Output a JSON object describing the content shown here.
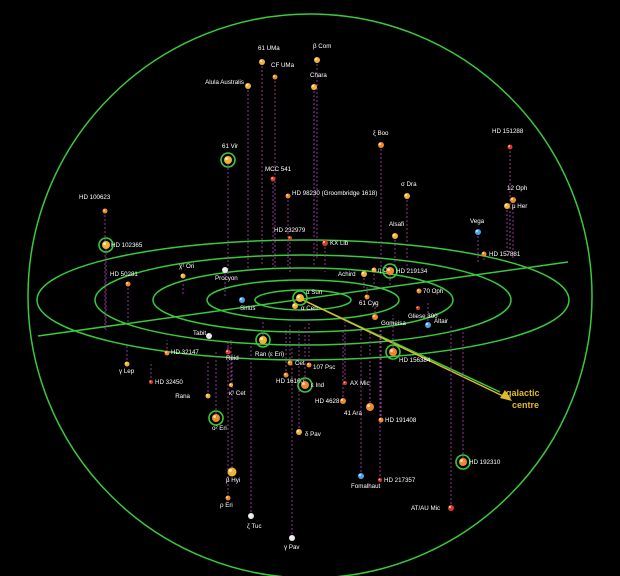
{
  "colors": {
    "background": "#000000",
    "grid": "#39c93c",
    "drop_line": "#a13ea5",
    "galactic_centre": "#e0b92a",
    "highlight_ring": "#39c93c"
  },
  "galactic_centre_label": [
    "galactic",
    "centre"
  ],
  "stars": [
    {
      "name": "β Com",
      "color": "#f2b233"
    },
    {
      "name": "61 UMa",
      "color": "#f2b233"
    },
    {
      "name": "CF UMa",
      "color": "#f08a24"
    },
    {
      "name": "Alula Australis",
      "color": "#f2b233"
    },
    {
      "name": "Chara",
      "color": "#f2b233"
    },
    {
      "name": "61 Vir",
      "color": "#f2b233",
      "ring": true
    },
    {
      "name": "MCC 541",
      "color": "#e03a1e"
    },
    {
      "name": "HD 98230 (Groombridge 1618)",
      "color": "#f08a24"
    },
    {
      "name": "HD 232979",
      "color": "#e03a1e"
    },
    {
      "name": "KX Lib",
      "color": "#e03a1e"
    },
    {
      "name": "ξ Boo",
      "color": "#f08a24"
    },
    {
      "name": "σ Dra",
      "color": "#f2b233"
    },
    {
      "name": "HD 151288",
      "color": "#e03a1e"
    },
    {
      "name": "12 Oph",
      "color": "#f08a24"
    },
    {
      "name": "μ Her",
      "color": "#f2b233"
    },
    {
      "name": "HD 100623",
      "color": "#f08a24"
    },
    {
      "name": "HD 102365",
      "color": "#f2b233",
      "ring": true
    },
    {
      "name": "Vega",
      "color": "#4aa3f0"
    },
    {
      "name": "HD 157881",
      "color": "#f08a24"
    },
    {
      "name": "Alsafi",
      "color": "#f2b233"
    },
    {
      "name": "HD 50281",
      "color": "#f08a24"
    },
    {
      "name": "χ¹ Ori",
      "color": "#f2b233"
    },
    {
      "name": "Procyon",
      "color": "#e8e8e8"
    },
    {
      "name": "Achird",
      "color": "#f2b233"
    },
    {
      "name": "η Cas",
      "color": "#f2b233"
    },
    {
      "name": "HD 219134",
      "color": "#f08a24",
      "ring": true
    },
    {
      "name": "α Sun",
      "color": "#f2b233",
      "ring": true
    },
    {
      "name": "Sirius",
      "color": "#4aa3f0"
    },
    {
      "name": "α Cen",
      "color": "#f2b233"
    },
    {
      "name": "61 Cyg",
      "color": "#f08a24"
    },
    {
      "name": "70 Oph",
      "color": "#f08a24"
    },
    {
      "name": "Gliese 300",
      "color": "#e03a1e"
    },
    {
      "name": "Altair",
      "color": "#4aa3f0"
    },
    {
      "name": "Gomeisa",
      "color": "#f08a24"
    },
    {
      "name": "Tabit",
      "color": "#e8e8e8"
    },
    {
      "name": "HD 32147",
      "color": "#f08a24"
    },
    {
      "name": "Reid",
      "color": "#e03a1e"
    },
    {
      "name": "Ran (ε Eri)",
      "color": "#f2b233",
      "ring": true
    },
    {
      "name": "Cet",
      "color": "#f08a24"
    },
    {
      "name": "107 Psc",
      "color": "#f08a24"
    },
    {
      "name": "HD 156384",
      "color": "#f08a24",
      "ring": true
    },
    {
      "name": "γ Lep",
      "color": "#f2b233"
    },
    {
      "name": "HD 32450",
      "color": "#e03a1e"
    },
    {
      "name": "HD 16160",
      "color": "#f08a24"
    },
    {
      "name": "ε Ind",
      "color": "#f08a24",
      "ring": true
    },
    {
      "name": "AX Mic",
      "color": "#e03a1e"
    },
    {
      "name": "Rana",
      "color": "#f2b233"
    },
    {
      "name": "κ¹ Cet",
      "color": "#f2b233"
    },
    {
      "name": "HD 4628",
      "color": "#f08a24"
    },
    {
      "name": "41 Ara",
      "color": "#f08a24"
    },
    {
      "name": "HD 191408",
      "color": "#f08a24"
    },
    {
      "name": "o² Eri",
      "color": "#f08a24",
      "ring": true
    },
    {
      "name": "δ Pav",
      "color": "#f2b233"
    },
    {
      "name": "β Hyi",
      "color": "#f2b233"
    },
    {
      "name": "ρ Eri",
      "color": "#f08a24"
    },
    {
      "name": "Fomalhaut",
      "color": "#4aa3f0"
    },
    {
      "name": "HD 217357",
      "color": "#e03a1e"
    },
    {
      "name": "HD 192310",
      "color": "#f08a24",
      "ring": true
    },
    {
      "name": "AT/AU Mic",
      "color": "#e03a1e"
    },
    {
      "name": "ζ Tuc",
      "color": "#e8e8e8"
    },
    {
      "name": "γ Pav",
      "color": "#e8e8e8"
    }
  ]
}
